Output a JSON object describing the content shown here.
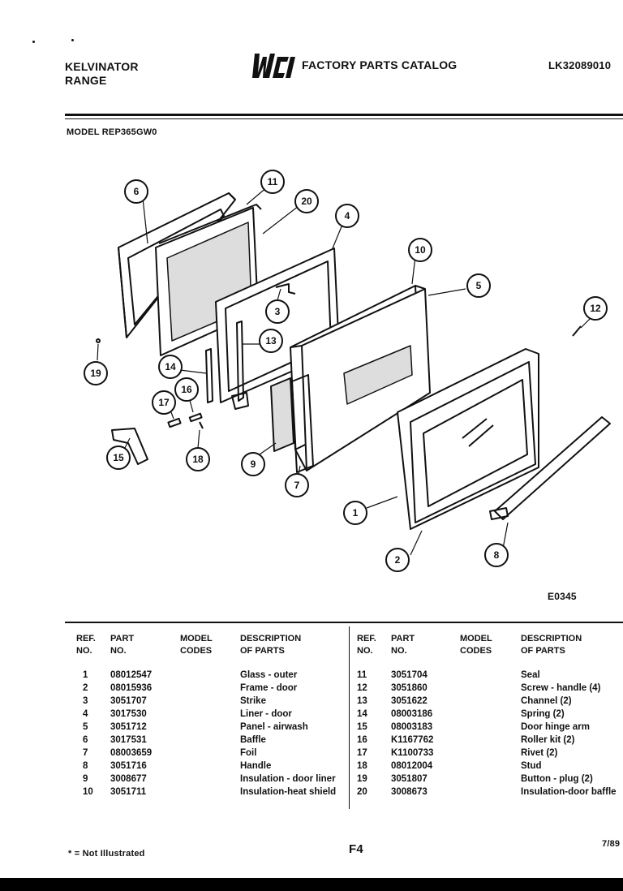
{
  "header": {
    "brand_line1": "KELVINATOR",
    "brand_line2": "RANGE",
    "logo_text": "WCI",
    "catalog_title": "FACTORY PARTS CATALOG",
    "doc_id": "LK32089010",
    "model": "MODEL REP365GW0"
  },
  "figure": {
    "code": "E0345",
    "callouts": [
      "1",
      "2",
      "3",
      "4",
      "5",
      "6",
      "7",
      "8",
      "9",
      "10",
      "11",
      "12",
      "13",
      "14",
      "15",
      "16",
      "17",
      "18",
      "19",
      "20"
    ]
  },
  "table": {
    "headers": {
      "ref_no": [
        "REF.",
        "NO."
      ],
      "part_no": [
        "PART",
        "NO."
      ],
      "model_codes": [
        "MODEL",
        "CODES"
      ],
      "description": [
        "DESCRIPTION",
        "OF PARTS"
      ]
    },
    "left": [
      {
        "ref": "1",
        "part": "08012547",
        "desc": "Glass - outer"
      },
      {
        "ref": "2",
        "part": "08015936",
        "desc": "Frame - door"
      },
      {
        "ref": "3",
        "part": "3051707",
        "desc": "Strike"
      },
      {
        "ref": "4",
        "part": "3017530",
        "desc": "Liner - door"
      },
      {
        "ref": "5",
        "part": "3051712",
        "desc": "Panel - airwash"
      },
      {
        "ref": "6",
        "part": "3017531",
        "desc": "Baffle"
      },
      {
        "ref": "7",
        "part": "08003659",
        "desc": "Foil"
      },
      {
        "ref": "8",
        "part": "3051716",
        "desc": "Handle"
      },
      {
        "ref": "9",
        "part": "3008677",
        "desc": "Insulation - door liner"
      },
      {
        "ref": "10",
        "part": "3051711",
        "desc": "Insulation-heat shield"
      }
    ],
    "right": [
      {
        "ref": "11",
        "part": "3051704",
        "desc": "Seal"
      },
      {
        "ref": "12",
        "part": "3051860",
        "desc": "Screw - handle (4)"
      },
      {
        "ref": "13",
        "part": "3051622",
        "desc": "Channel (2)"
      },
      {
        "ref": "14",
        "part": "08003186",
        "desc": "Spring (2)"
      },
      {
        "ref": "15",
        "part": "08003183",
        "desc": "Door hinge arm"
      },
      {
        "ref": "16",
        "part": "K1167762",
        "desc": "Roller kit (2)"
      },
      {
        "ref": "17",
        "part": "K1100733",
        "desc": "Rivet (2)"
      },
      {
        "ref": "18",
        "part": "08012004",
        "desc": "Stud"
      },
      {
        "ref": "19",
        "part": "3051807",
        "desc": "Button - plug (2)"
      },
      {
        "ref": "20",
        "part": "3008673",
        "desc": "Insulation-door baffle"
      }
    ]
  },
  "footer": {
    "note": "* = Not Illustrated",
    "page": "F4",
    "date": "7/89"
  }
}
